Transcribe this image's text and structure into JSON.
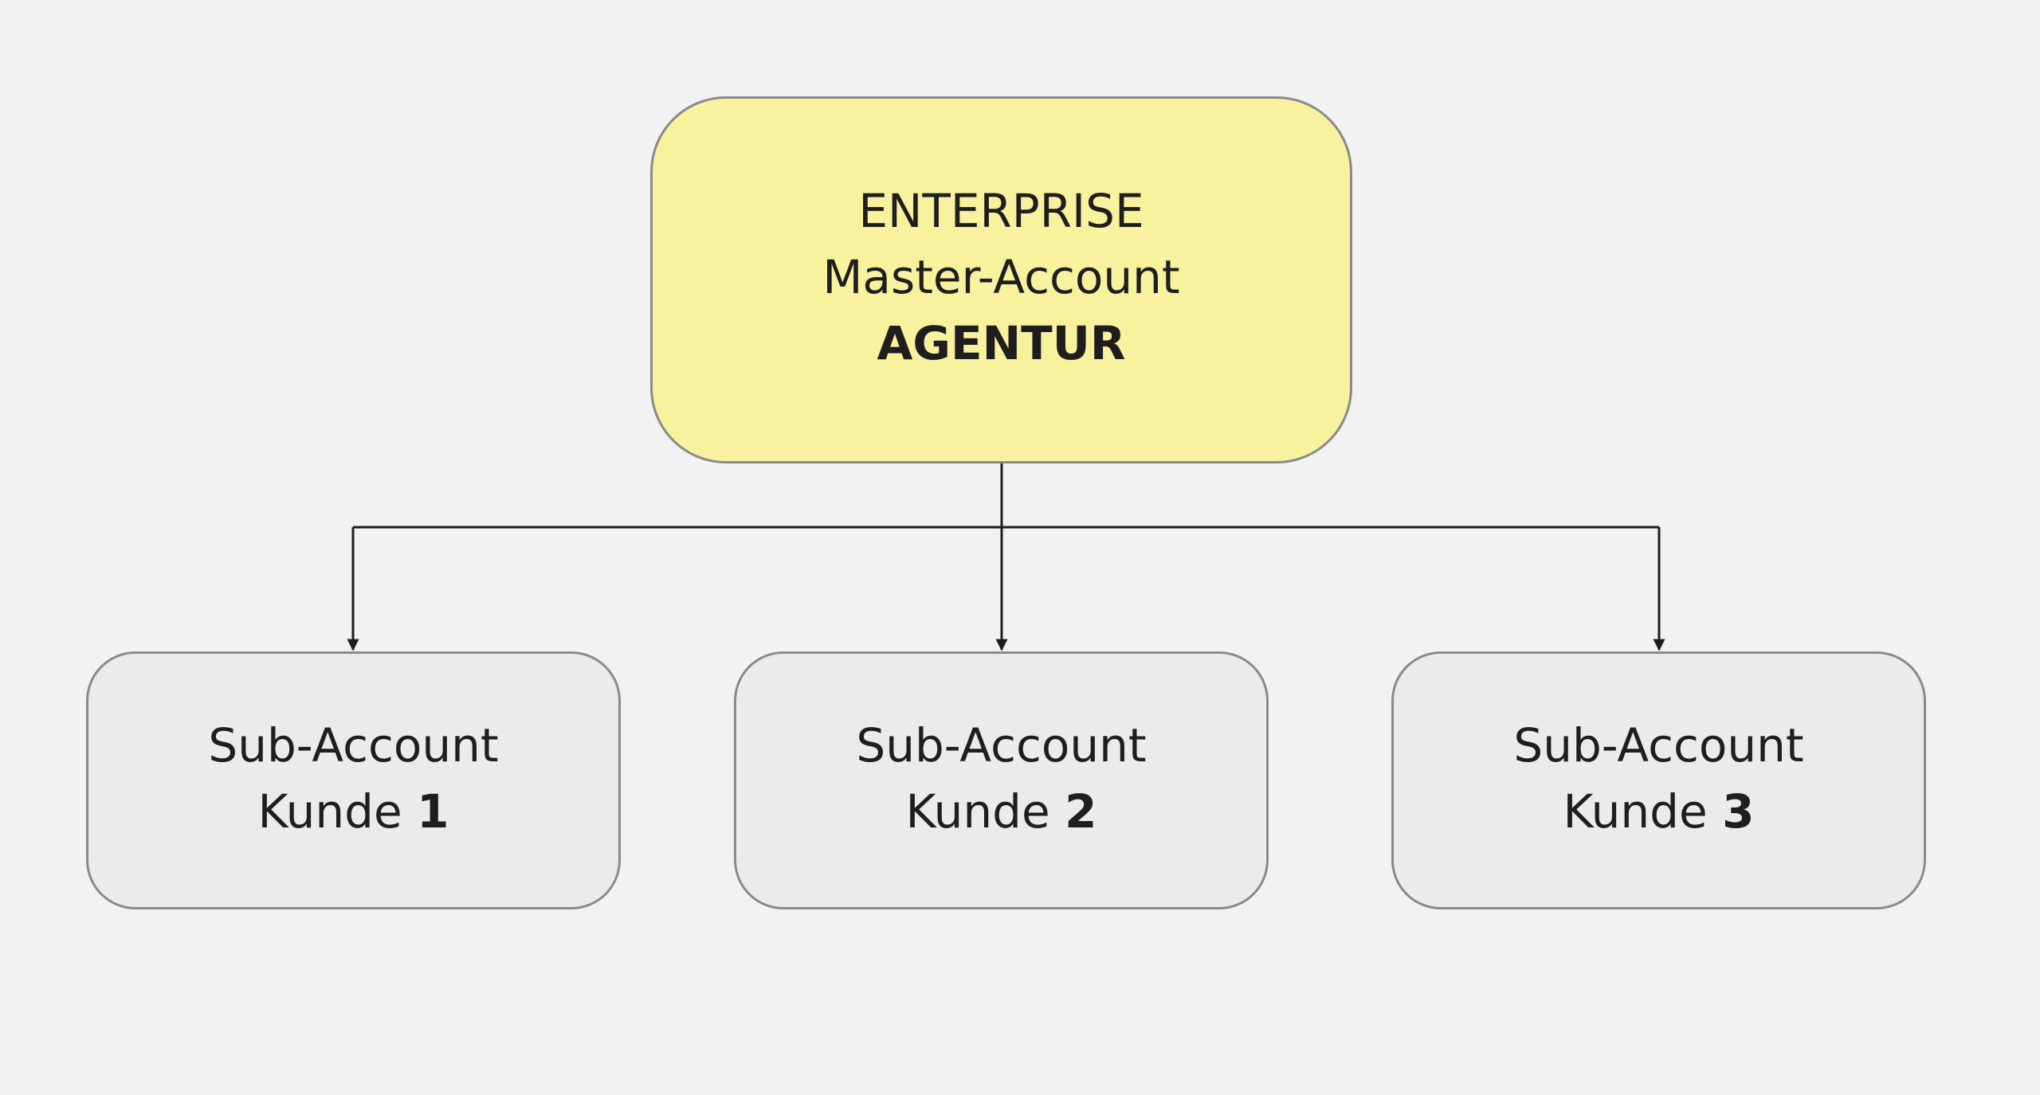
{
  "master": {
    "line1": "ENTERPRISE",
    "line2": "Master-Account",
    "line3": "AGENTUR",
    "fill_color": "#f8f29e"
  },
  "subs": [
    {
      "line1": "Sub-Account",
      "label": "Kunde ",
      "number": "1"
    },
    {
      "line1": "Sub-Account",
      "label": "Kunde ",
      "number": "2"
    },
    {
      "line1": "Sub-Account",
      "label": "Kunde ",
      "number": "3"
    }
  ],
  "colors": {
    "background": "#f2f2f2",
    "sub_fill": "#ebebeb",
    "border": "#8a8a8a",
    "connector": "#1e1e1e"
  }
}
